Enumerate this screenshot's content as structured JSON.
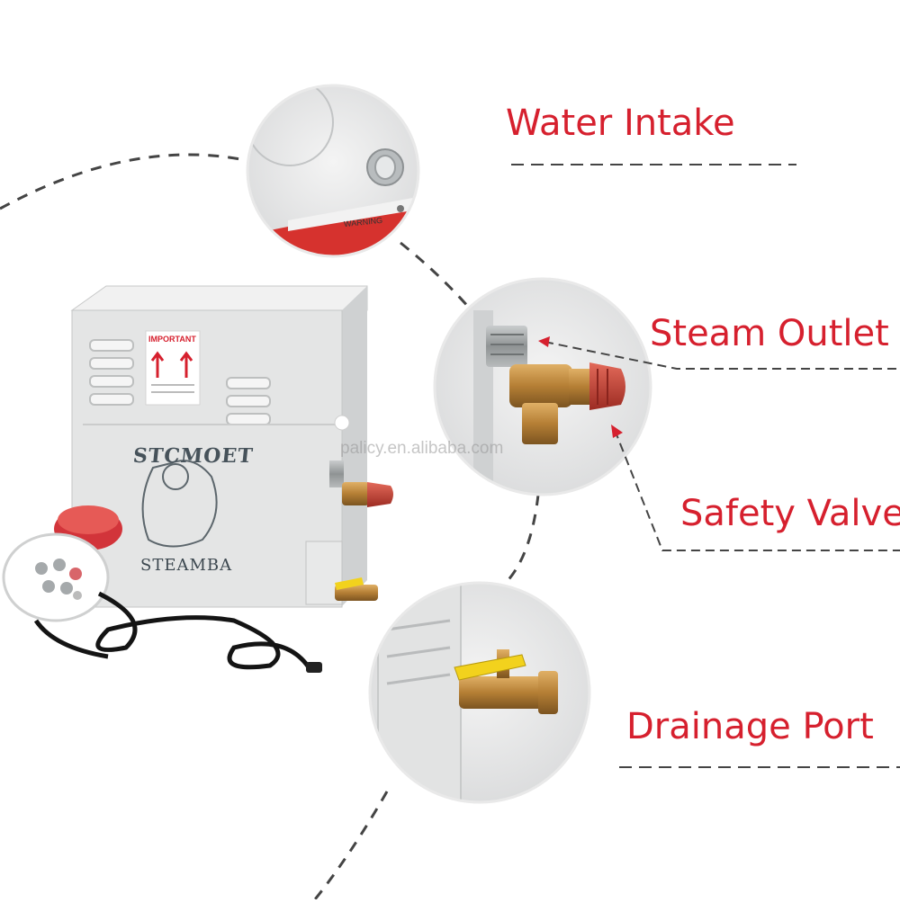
{
  "callouts": [
    {
      "id": "water-intake",
      "label": "Water Intake"
    },
    {
      "id": "steam-outlet",
      "label": "Steam Outlet"
    },
    {
      "id": "safety-valve",
      "label": "Safety Valve"
    },
    {
      "id": "drainage-port",
      "label": "Drainage Port"
    }
  ],
  "product": {
    "brand_text": "STCMOET",
    "model_text": "STEAMBA",
    "label_title": "IMPORTANT",
    "panel_warning": "WARNING"
  },
  "watermark": "palicy.en.alibaba.com",
  "colors": {
    "accent": "#d6202e",
    "dashes": "#444444",
    "unit_body": "#e3e4e4"
  }
}
